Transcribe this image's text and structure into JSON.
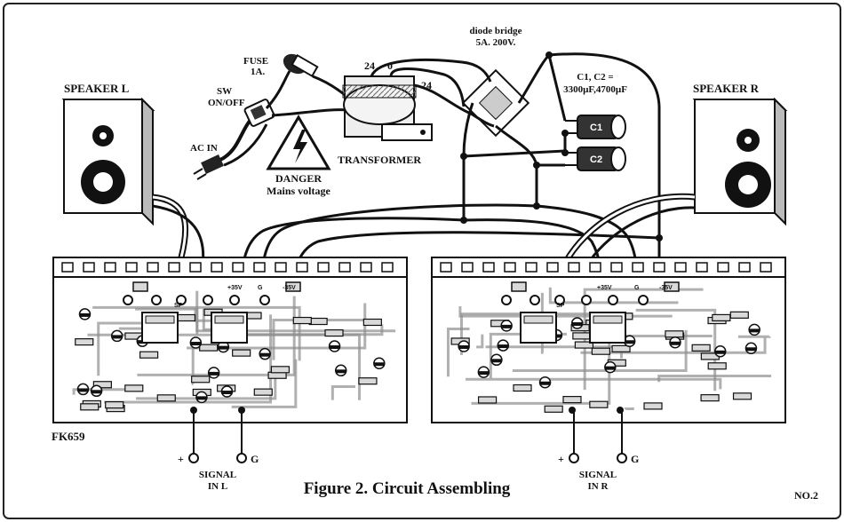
{
  "labels": {
    "speaker_l": "SPEAKER L",
    "speaker_r": "SPEAKER R",
    "fuse_line1": "FUSE",
    "fuse_line2": "1A.",
    "sw_line1": "SW",
    "sw_line2": "ON/OFF",
    "ac_in": "AC IN",
    "danger": "DANGER",
    "mains": "Mains voltage",
    "transformer": "TRANSFORMER",
    "tap_24a": "24",
    "tap_0": "0",
    "tap_24b": "24",
    "diode_line1": "diode bridge",
    "diode_line2": "5A. 200V.",
    "caps_line1": "C1, C2 =",
    "caps_line2": "3300µF,4700µF",
    "c1": "C1",
    "c2": "C2",
    "board_id": "FK659",
    "signal_l_line1": "SIGNAL",
    "signal_l_line2": "IN L",
    "signal_r_line1": "SIGNAL",
    "signal_r_line2": "IN R",
    "plus": "+",
    "ground": "G",
    "pin_pos": "+35V",
    "pin_g": "G",
    "pin_neg": "-35V",
    "pin_sp": "SP",
    "title": "Figure 2. Circuit Assembling",
    "figno": "NO.2"
  },
  "colors": {
    "ink": "#111111",
    "pcb_fill": "#ffffff",
    "trace": "#8f8f8f",
    "component_fill": "#d9d9d9",
    "frame": "#222222"
  }
}
